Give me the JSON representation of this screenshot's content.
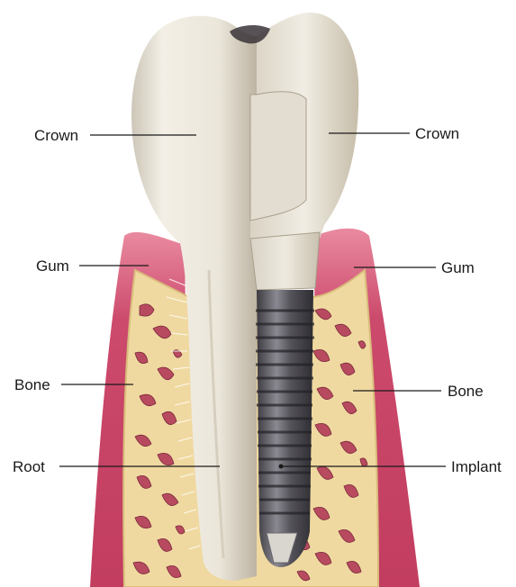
{
  "labels": {
    "crown_left": "Crown",
    "crown_right": "Crown",
    "gum_left": "Gum",
    "gum_right": "Gum",
    "bone_left": "Bone",
    "bone_right": "Bone",
    "root": "Root",
    "implant": "Implant"
  },
  "colors": {
    "gum": "#c94366",
    "gum_light": "#e07b90",
    "bone": "#f0d9a0",
    "bone_pocket": "#b84a60",
    "tooth": "#ece7dc",
    "implant_metal": "#5c5a60",
    "text": "#1a1a1a"
  }
}
